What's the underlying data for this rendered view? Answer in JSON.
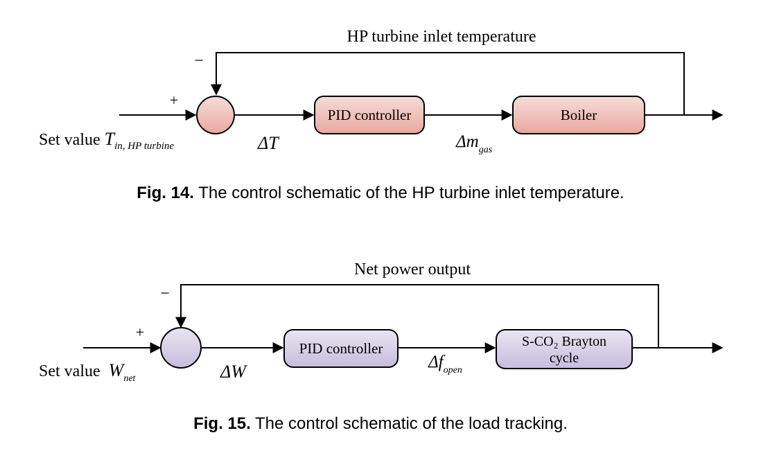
{
  "fig14": {
    "feedback_label": "HP turbine inlet temperature",
    "minus": "−",
    "plus": "+",
    "setvalue_text": "Set value ",
    "setvalue_var": "T",
    "setvalue_sub": "in, HP turbine",
    "delta_label": "ΔT",
    "pid_label": "PID controller",
    "plant_label": "Boiler",
    "control_signal": "Δm",
    "control_signal_sub": "gas",
    "caption_num": "Fig. 14.",
    "caption_text": " The control schematic of the HP turbine inlet temperature.",
    "colors": {
      "block_fill": "#f2c9c4",
      "block_fill_dark": "#e9aaa3",
      "block_stroke": "#000000"
    }
  },
  "fig15": {
    "feedback_label": "Net power output",
    "minus": "−",
    "plus": "+",
    "setvalue_text": "Set value ",
    "setvalue_var": "W",
    "setvalue_sub": "net",
    "delta_label": "ΔW",
    "pid_label": "PID controller",
    "plant_label_line1": "S-CO₂ Brayton",
    "plant_label_line2": "cycle",
    "control_signal": "Δf",
    "control_signal_sub": "open",
    "caption_num": "Fig. 15.",
    "caption_text": " The control schematic of the load tracking.",
    "colors": {
      "block_fill": "#dcd6ea",
      "block_fill_dark": "#c9c0e0",
      "block_stroke": "#000000"
    }
  }
}
